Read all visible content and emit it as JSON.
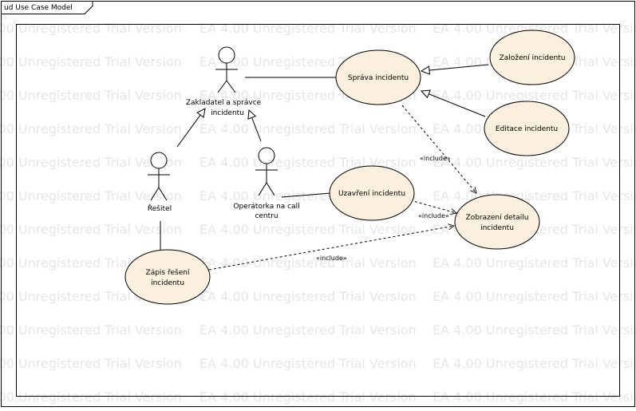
{
  "diagram": {
    "frame_title": "ud Use Case Model",
    "watermark": "EA 4.00 Unregistered Trial Version",
    "actors": [
      {
        "id": "zakladatel",
        "label_lines": [
          "Zakladatel a správce",
          "incidentu"
        ]
      },
      {
        "id": "resitel",
        "label_lines": [
          "Řešitel"
        ]
      },
      {
        "id": "operatorka",
        "label_lines": [
          "Operátorka na call",
          "centru"
        ]
      }
    ],
    "use_cases": [
      {
        "id": "sprava",
        "label_lines": [
          "Správa incidentu"
        ]
      },
      {
        "id": "zalozeni",
        "label_lines": [
          "Založení incidentu"
        ]
      },
      {
        "id": "editace",
        "label_lines": [
          "Editace incidentu"
        ]
      },
      {
        "id": "uzavreni",
        "label_lines": [
          "Uzavření incidentu"
        ]
      },
      {
        "id": "zobrazeni",
        "label_lines": [
          "Zobrazení detailu",
          "incidentu"
        ]
      },
      {
        "id": "zapis",
        "label_lines": [
          "Zápis řešení",
          "incidentu"
        ]
      }
    ],
    "include_label": "«include»",
    "colors": {
      "use_case_fill": "#fbefdd",
      "line": "#000000",
      "watermark": "#e6e6e6"
    }
  }
}
